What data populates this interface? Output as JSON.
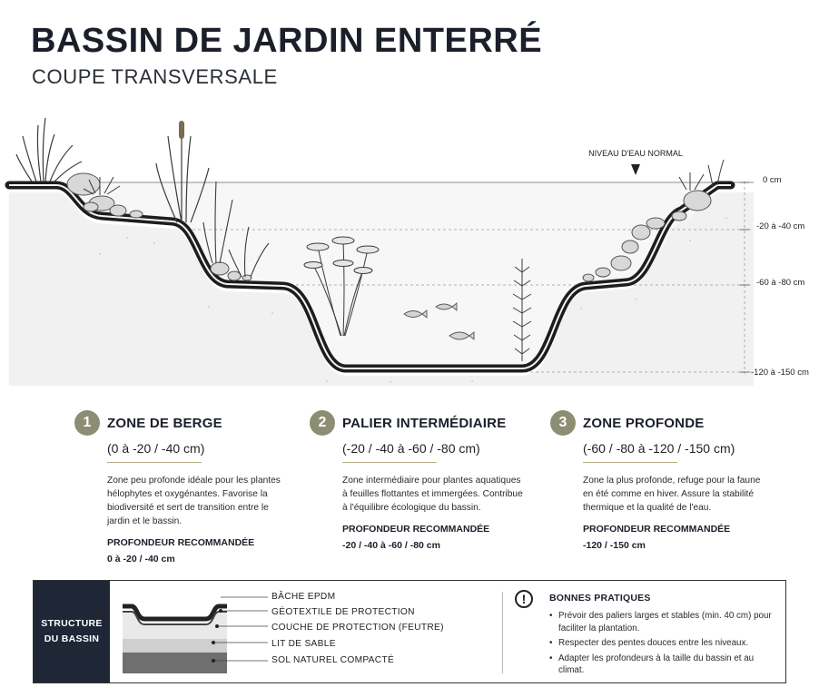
{
  "header": {
    "title": "BASSIN DE JARDIN ENTERRÉ",
    "subtitle": "COUPE TRANSVERSALE"
  },
  "diagram": {
    "water_level_label": "NIVEAU D'EAU NORMAL",
    "depth_markers": [
      "0 cm",
      "-20 à -40 cm",
      "-60 à -80 cm",
      "-120 à -150 cm"
    ]
  },
  "zones": [
    {
      "number": "1",
      "title": "ZONE DE BERGE",
      "range": "(0 à -20 / -40 cm)",
      "description": "Zone peu profonde idéale pour les plantes hélophytes et oxygénantes. Favorise la biodiversité et sert de transition entre le jardin et le bassin.",
      "rec_label": "PROFONDEUR RECOMMANDÉE",
      "rec_value": "0 à -20 / -40 cm"
    },
    {
      "number": "2",
      "title": "PALIER INTERMÉDIAIRE",
      "range": "(-20 / -40 à -60 / -80 cm)",
      "description": "Zone intermédiaire pour plantes aquatiques à feuilles flottantes et immergées. Contribue à l'équilibre écologique du bassin.",
      "rec_label": "PROFONDEUR RECOMMANDÉE",
      "rec_value": "-20 / -40 à -60 / -80 cm"
    },
    {
      "number": "3",
      "title": "ZONE PROFONDE",
      "range": "(-60 / -80 à -120 / -150 cm)",
      "description": "Zone la plus profonde, refuge pour la faune en été comme en hiver. Assure la stabilité thermique et la qualité de l'eau.",
      "rec_label": "PROFONDEUR RECOMMANDÉE",
      "rec_value": "-120 / -150 cm"
    }
  ],
  "structure": {
    "label_line1": "STRUCTURE",
    "label_line2": "DU BASSIN",
    "layers": [
      "BÂCHE EPDM",
      "GÉOTEXTILE DE PROTECTION",
      "COUCHE DE PROTECTION (FEUTRE)",
      "LIT DE SABLE",
      "SOL NATUREL COMPACTÉ"
    ]
  },
  "tips": {
    "icon": "exclamation-circle-icon",
    "title": "BONNES PRATIQUES",
    "items": [
      "Prévoir des paliers larges et stables (min. 40 cm) pour faciliter la plantation.",
      "Respecter des pentes douces entre les niveaux.",
      "Adapter les profondeurs à la taille du bassin et au climat."
    ]
  }
}
